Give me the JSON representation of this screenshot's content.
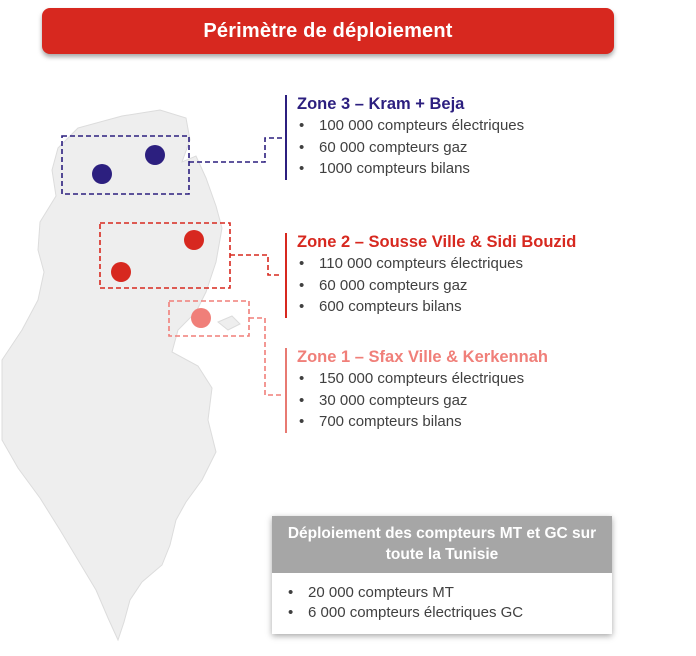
{
  "title": "Périmètre de déploiement",
  "colors": {
    "banner": "#d7281f",
    "zone3": "#2c1f7f",
    "zone2": "#d7281f",
    "zone1": "#f07f79",
    "map_fill": "#eeeeee",
    "box_header": "#a6a6a6"
  },
  "zones": [
    {
      "title": "Zone 3 – Kram + Beja",
      "items": [
        "100 000  compteurs électriques",
        "60 000 compteurs gaz",
        "1000 compteurs bilans"
      ]
    },
    {
      "title": "Zone 2 – Sousse Ville & Sidi Bouzid",
      "items": [
        "110 000 compteurs électriques",
        "60 000 compteurs gaz",
        "600 compteurs bilans"
      ]
    },
    {
      "title": "Zone 1 – Sfax Ville & Kerkennah",
      "items": [
        "150 000 compteurs électriques",
        "30 000 compteurs gaz",
        "700 compteurs bilans"
      ]
    }
  ],
  "mt_gc": {
    "title": "Déploiement des compteurs MT et GC sur toute la Tunisie",
    "items": [
      "20 000 compteurs MT",
      "6 000 compteurs électriques GC"
    ]
  }
}
